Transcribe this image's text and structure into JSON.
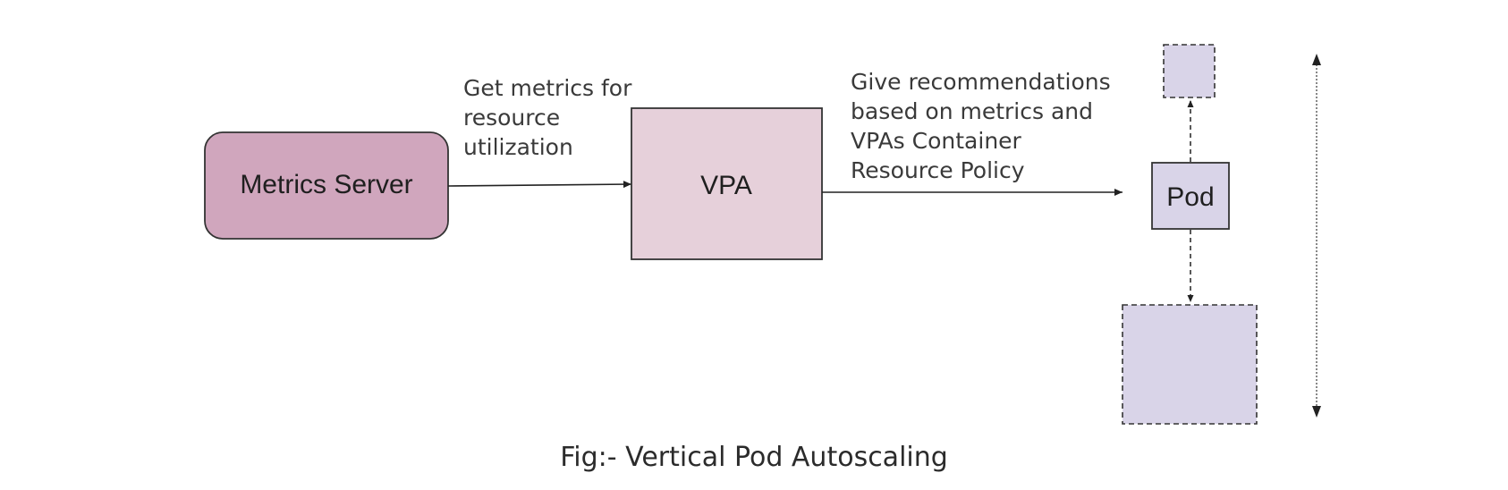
{
  "diagram": {
    "nodes": {
      "metrics_server": {
        "label": "Metrics Server",
        "fill": "#d0a6bd"
      },
      "vpa": {
        "label": "VPA",
        "fill": "#e6d0da"
      },
      "pod": {
        "label": "Pod",
        "fill": "#d9d4e8"
      }
    },
    "edges": {
      "get_metrics": {
        "label_lines": [
          "Get metrics for",
          "resource",
          "utilization"
        ]
      },
      "recommendations": {
        "label_lines": [
          "Give recommendations",
          "based on metrics and",
          "VPAs Container",
          "Resource Policy"
        ]
      }
    },
    "scaled_pod_color": "#d9d4e8"
  },
  "caption": "Fig:- Vertical Pod Autoscaling"
}
